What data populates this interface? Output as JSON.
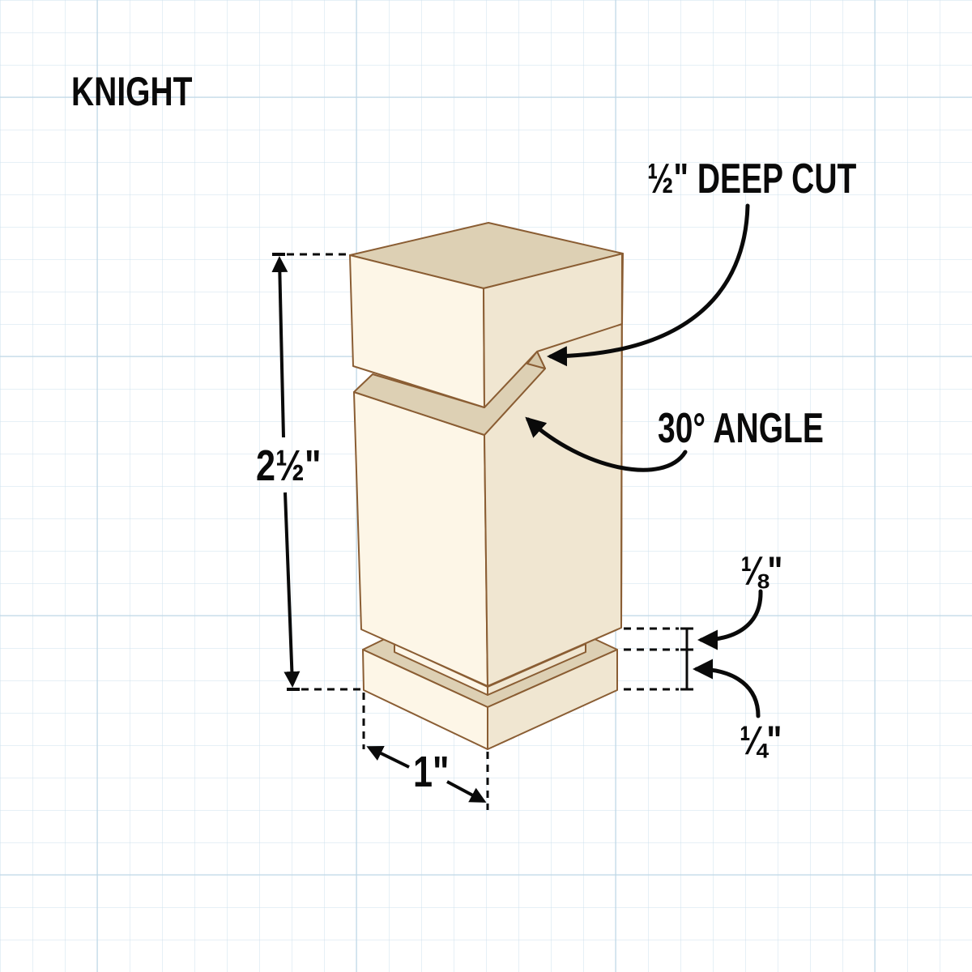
{
  "title": "KNIGHT",
  "annotations": {
    "deep_cut": "½\" DEEP CUT",
    "angle": "30° ANGLE",
    "total_height": "2½\"",
    "collar_height": "⅛\"",
    "base_height": "¼\"",
    "width": "1\""
  },
  "colors": {
    "face_left": "#fdf6e7",
    "face_right": "#f0e6d1",
    "face_top": "#ddd0b4",
    "stroke": "#8a5d33",
    "ink": "#0a0a0a",
    "grid": "#cfe1ee"
  }
}
